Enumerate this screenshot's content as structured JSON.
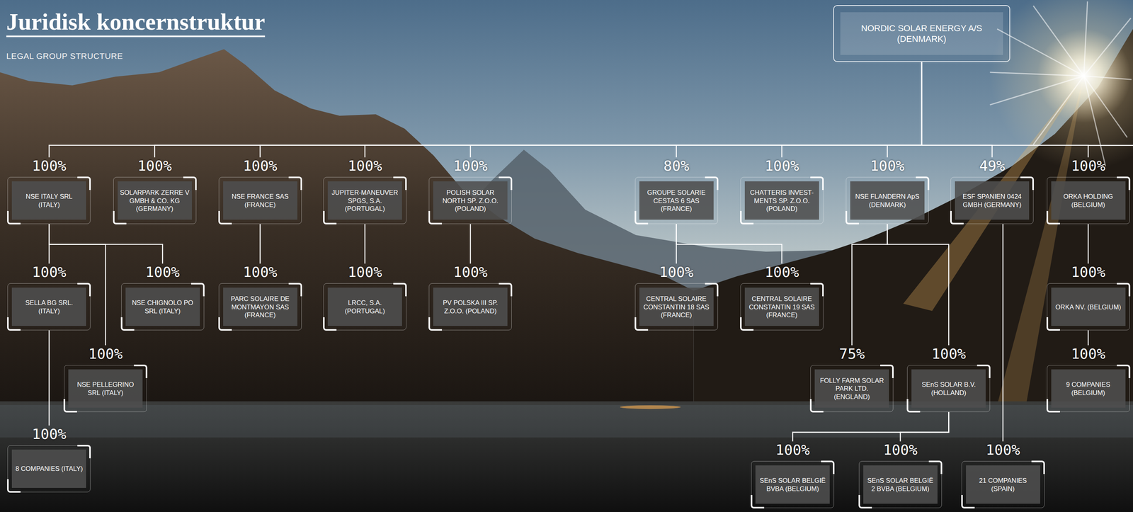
{
  "diagram": {
    "title": "Juridisk koncernstruktur",
    "nodes": [
      {
        "text": [
          "NORDIC SOLAR ENERGY A/S (DENMARK)"
        ]
      },
      {
        "text": [
          "100%",
          "NSE ITALY SRL (ITALY)"
        ]
      },
      {
        "text": [
          "100%",
          "SOLARPARK ZERRE V GMBH & CO. KG (GERMANY)"
        ]
      },
      {
        "text": [
          "100%",
          "NSE FRANCE SAS (FRANCE)"
        ]
      },
      {
        "text": [
          "100%",
          "JUPITER-MANEUVER SPGS, S.A. (PORTUGAL)"
        ]
      },
      {
        "text": [
          "100%",
          "POLISH SOLAR NORTH SP. Z.O.O. (POLAND)"
        ]
      },
      {
        "text": [
          "80%",
          "GROUPE SOLARIE CESTAS 6 SAS (FRANCE)"
        ]
      },
      {
        "text": [
          "100%",
          "CHATTERIS INVEST-MENTS SP. Z.O.O. (POLAND)"
        ]
      },
      {
        "text": [
          "100%",
          "NSE FLANDERN ApS (DENMARK)"
        ]
      },
      {
        "text": [
          "49%",
          "ESF SPANIEN 0424 GMBH (GERMANY)"
        ]
      },
      {
        "text": [
          "100%",
          "ORKA HOLDING (BELGIUM)"
        ]
      },
      {
        "text": [
          "100%",
          "SELLA BG SRL. (ITALY)"
        ]
      },
      {
        "text": [
          "100%",
          "NSE CHIGNOLO PO SRL (ITALY)"
        ]
      },
      {
        "text": [
          "100%",
          "PARC SOLAIRE DE MONTMAYON SAS (FRANCE)"
        ]
      },
      {
        "text": [
          "100%",
          "LRCC, S.A. (PORTUGAL)"
        ]
      },
      {
        "text": [
          "100%",
          "PV POLSKA III SP. Z.O.O. (POLAND)"
        ]
      },
      {
        "text": [
          "100%",
          "CENTRAL SOLAIRE CONSTANTIN 18 SAS (FRANCE)"
        ]
      },
      {
        "text": [
          "100%",
          "CENTRAL SOLAIRE CONSTANTIN 19 SAS (FRANCE)"
        ]
      },
      {
        "text": [
          "100%",
          "ORKA NV. (BELGIUM)"
        ]
      },
      {
        "text": [
          "100%",
          "NSE PELLEGRINO SRL (ITALY)"
        ]
      },
      {
        "text": [
          "75%",
          "FOLLY FARM SOLAR PARK LTD. (ENGLAND)"
        ]
      },
      {
        "text": [
          "100%",
          "SEnS SOLAR B.V. (HOLLAND)"
        ]
      },
      {
        "text": [
          "100%",
          "9 COMPANIES (BELGIUM)"
        ]
      },
      {
        "text": [
          "100%",
          "8 COMPANIES (ITALY)"
        ]
      },
      {
        "text": [
          "100%",
          "SEnS SOLAR BELGIË BVBA (BELGIUM)"
        ]
      },
      {
        "text": [
          "100%",
          "SEnS SOLAR BELGIË 2 BVBA (BELGIUM)"
        ]
      },
      {
        "text": [
          "100%",
          "21 COMPANIES (SPAIN)"
        ]
      }
    ],
    "edges": [
      {
        "from": 0,
        "to": 1,
        "arrow": "none"
      },
      {
        "from": 0,
        "to": 2,
        "arrow": "none"
      },
      {
        "from": 0,
        "to": 3,
        "arrow": "none"
      },
      {
        "from": 0,
        "to": 4,
        "arrow": "none"
      },
      {
        "from": 0,
        "to": 5,
        "arrow": "none"
      },
      {
        "from": 0,
        "to": 6,
        "arrow": "none"
      },
      {
        "from": 0,
        "to": 7,
        "arrow": "none"
      },
      {
        "from": 0,
        "to": 8,
        "arrow": "none"
      },
      {
        "from": 0,
        "to": 9,
        "arrow": "none"
      },
      {
        "from": 0,
        "to": 10,
        "arrow": "none"
      },
      {
        "from": 1,
        "to": 11,
        "arrow": "none"
      },
      {
        "from": 1,
        "to": 12,
        "arrow": "none"
      },
      {
        "from": 1,
        "to": 19,
        "arrow": "none"
      },
      {
        "from": 11,
        "to": 23,
        "arrow": "none"
      },
      {
        "from": 3,
        "to": 13,
        "arrow": "none"
      },
      {
        "from": 4,
        "to": 14,
        "arrow": "none"
      },
      {
        "from": 5,
        "to": 15,
        "arrow": "none"
      },
      {
        "from": 6,
        "to": 16,
        "arrow": "none"
      },
      {
        "from": 6,
        "to": 17,
        "arrow": "none"
      },
      {
        "from": 8,
        "to": 20,
        "arrow": "none"
      },
      {
        "from": 8,
        "to": 21,
        "arrow": "none"
      },
      {
        "from": 21,
        "to": 24,
        "arrow": "none"
      },
      {
        "from": 21,
        "to": 25,
        "arrow": "none"
      },
      {
        "from": 9,
        "to": 26,
        "arrow": "none"
      },
      {
        "from": 10,
        "to": 18,
        "arrow": "none"
      },
      {
        "from": 18,
        "to": 22,
        "arrow": "none"
      }
    ],
    "labels": [
      "LEGAL GROUP STRUCTURE"
    ]
  }
}
